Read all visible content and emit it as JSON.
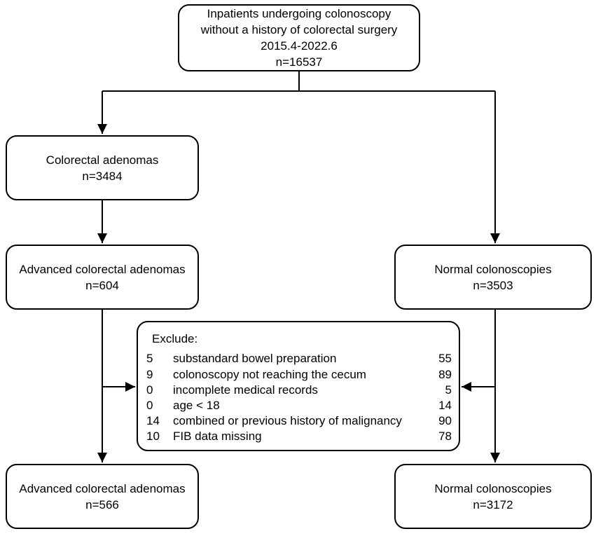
{
  "top_box": {
    "lines": [
      "Inpatients undergoing colonoscopy",
      "without a history of colorectal surgery",
      "2015.4-2022.6",
      "n=16537"
    ]
  },
  "adenomas_box": {
    "lines": [
      "Colorectal adenomas",
      "n=3484"
    ]
  },
  "advanced_box_1": {
    "lines": [
      "Advanced colorectal adenomas",
      "n=604"
    ]
  },
  "normal_box_1": {
    "lines": [
      "Normal colonoscopies",
      "n=3503"
    ]
  },
  "exclude_box": {
    "title": "Exclude:",
    "rows": [
      {
        "left": "5",
        "text": "substandard bowel preparation",
        "right": "55"
      },
      {
        "left": "9",
        "text": "colonoscopy not reaching the cecum",
        "right": "89"
      },
      {
        "left": "0",
        "text": "incomplete medical records",
        "right": "5"
      },
      {
        "left": "0",
        "text": "age < 18",
        "right": "14"
      },
      {
        "left": "14",
        "text": "combined or previous history of malignancy",
        "right": "90"
      },
      {
        "left": "10",
        "text": "FIB data missing",
        "right": "78"
      }
    ]
  },
  "advanced_box_2": {
    "lines": [
      "Advanced colorectal adenomas",
      "n=566"
    ]
  },
  "normal_box_2": {
    "lines": [
      "Normal colonoscopies",
      "n=3172"
    ]
  }
}
